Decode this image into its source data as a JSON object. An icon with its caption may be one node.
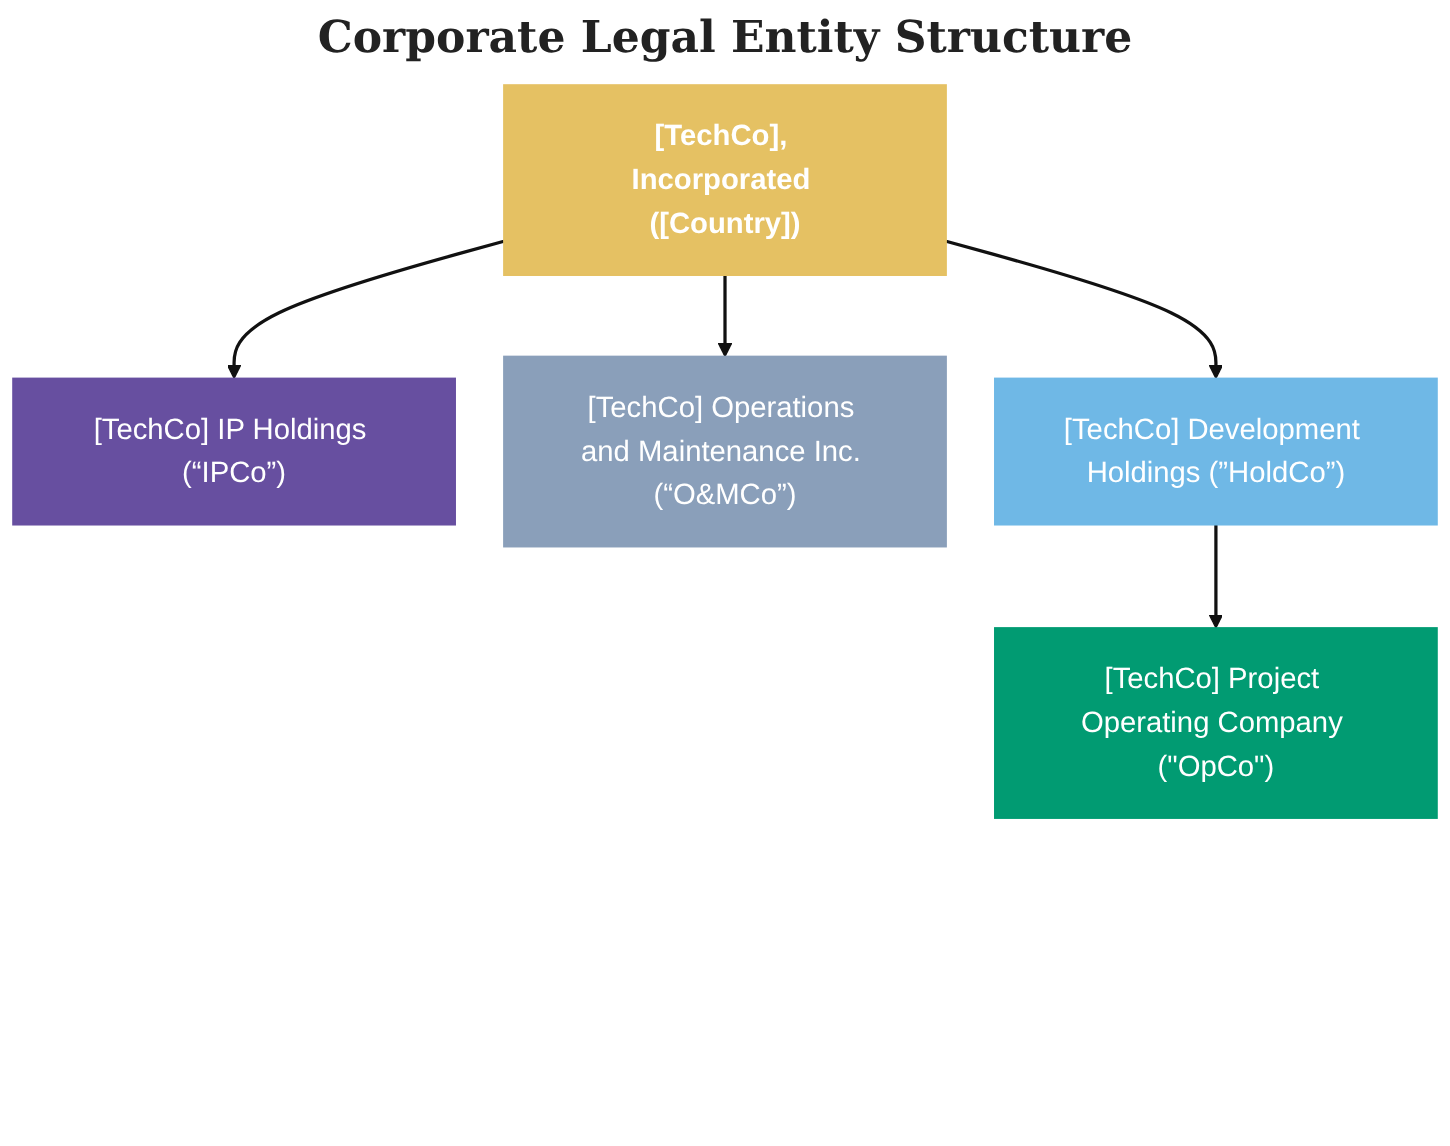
{
  "diagram": {
    "title": "Corporate Legal Entity Structure",
    "nodes": [
      {
        "text": [
          "[TechCo], Incorporated ([Country])"
        ]
      },
      {
        "text": [
          "[TechCo] IP Holdings (“IPCo”)"
        ]
      },
      {
        "text": [
          "[TechCo] Operations and Maintenance Inc. (“O&MCo”)"
        ]
      },
      {
        "text": [
          "[TechCo] Development Holdings (”HoldCo”)"
        ]
      },
      {
        "text": [
          "[TechCo] Project Operating Company (\"OpCo\")"
        ]
      }
    ],
    "edges": [
      {
        "from": 0,
        "to": 1,
        "arrow": "to"
      },
      {
        "from": 0,
        "to": 2,
        "arrow": "to"
      },
      {
        "from": 0,
        "to": 3,
        "arrow": "to"
      },
      {
        "from": 3,
        "to": 4,
        "arrow": "to"
      }
    ]
  }
}
